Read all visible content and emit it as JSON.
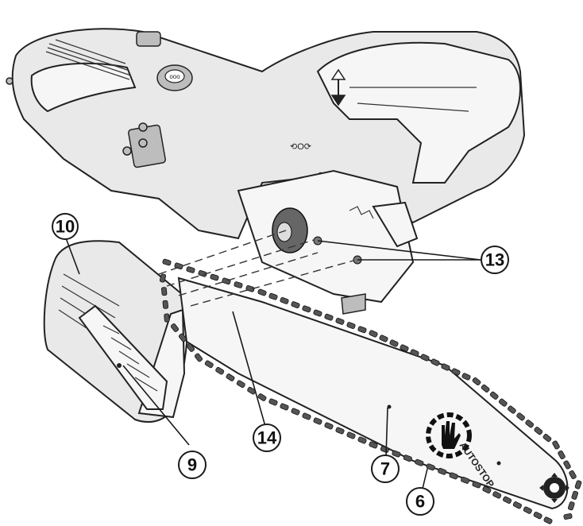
{
  "callouts": [
    {
      "id": "10",
      "label": "10"
    },
    {
      "id": "13",
      "label": "13"
    },
    {
      "id": "14",
      "label": "14"
    },
    {
      "id": "9",
      "label": "9"
    },
    {
      "id": "7",
      "label": "7"
    },
    {
      "id": "6",
      "label": "6"
    }
  ],
  "bar_text": "AUTOSTOP",
  "icons": [
    "chainsaw-body",
    "sprocket-cover",
    "guide-bar",
    "saw-chain",
    "tension-knob",
    "autostop-hand-icon",
    "sprocket-icon",
    "direction-arrow-icon"
  ],
  "colors": {
    "line": "#1a1a1a",
    "fill": "#e9e9e9",
    "background": "#ffffff"
  }
}
